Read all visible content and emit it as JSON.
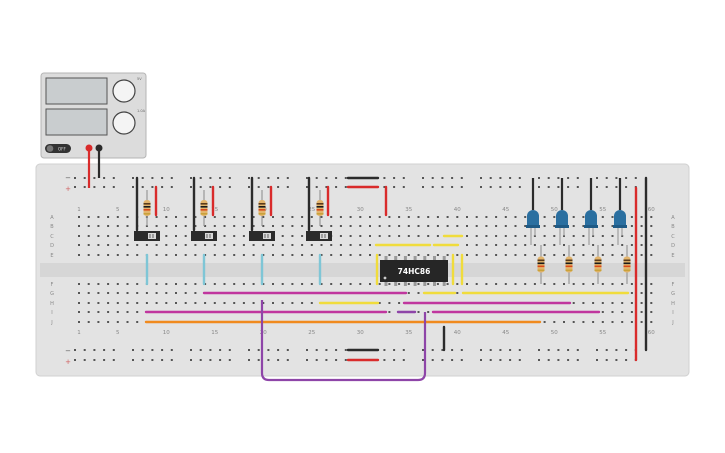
{
  "power_supply": {
    "off_label": "OFF",
    "knob_labels": [
      "1.0A",
      "5V"
    ]
  },
  "breadboard": {
    "column_labels": [
      "1",
      "5",
      "10",
      "15",
      "20",
      "25",
      "30",
      "35",
      "40",
      "45",
      "50",
      "55",
      "60"
    ],
    "row_labels": [
      "A",
      "B",
      "C",
      "D",
      "E",
      "F",
      "G",
      "H",
      "I",
      "J"
    ],
    "rail_minus": "−",
    "rail_plus": "+"
  },
  "chip": {
    "label": "74HC86"
  },
  "components": {
    "switch_count": 4,
    "resistor_count": 8,
    "led_count": 4
  },
  "colors": {
    "board": "#e3e3e3",
    "red_wire": "#d92b2b",
    "black_wire": "#2b2b2b",
    "blue_wire": "#7fc6d6",
    "yellow_wire": "#f0dc3c",
    "magenta_wire": "#c0369e",
    "orange_wire": "#f08a1e",
    "purple_wire": "#8e45a8",
    "led_blue": "#2a6fa0",
    "chip_body": "#262626"
  }
}
